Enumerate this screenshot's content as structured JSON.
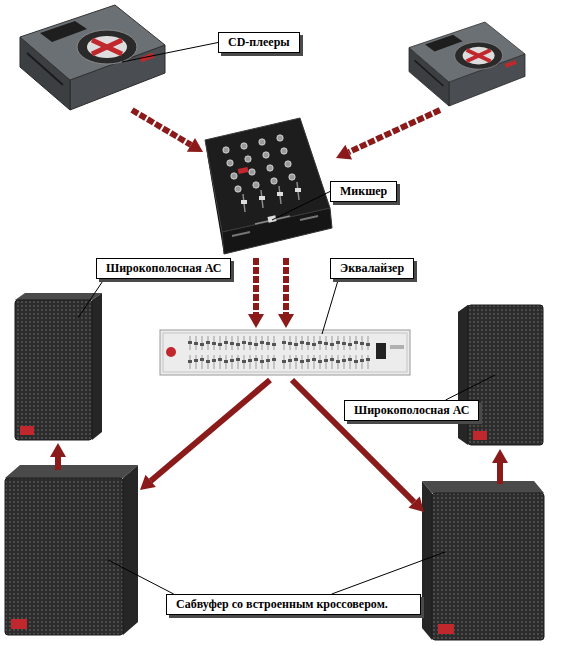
{
  "diagram": {
    "nodes": [
      {
        "text": [
          "CD-плееры"
        ]
      },
      {
        "text": [
          "Микшер"
        ]
      },
      {
        "text": [
          "Широкополосная АС"
        ]
      },
      {
        "text": [
          "Эквалайзер"
        ]
      },
      {
        "text": [
          "Широкополосная АС"
        ]
      },
      {
        "text": [
          "Сабвуфер со встроенным кроссовером."
        ]
      }
    ]
  }
}
